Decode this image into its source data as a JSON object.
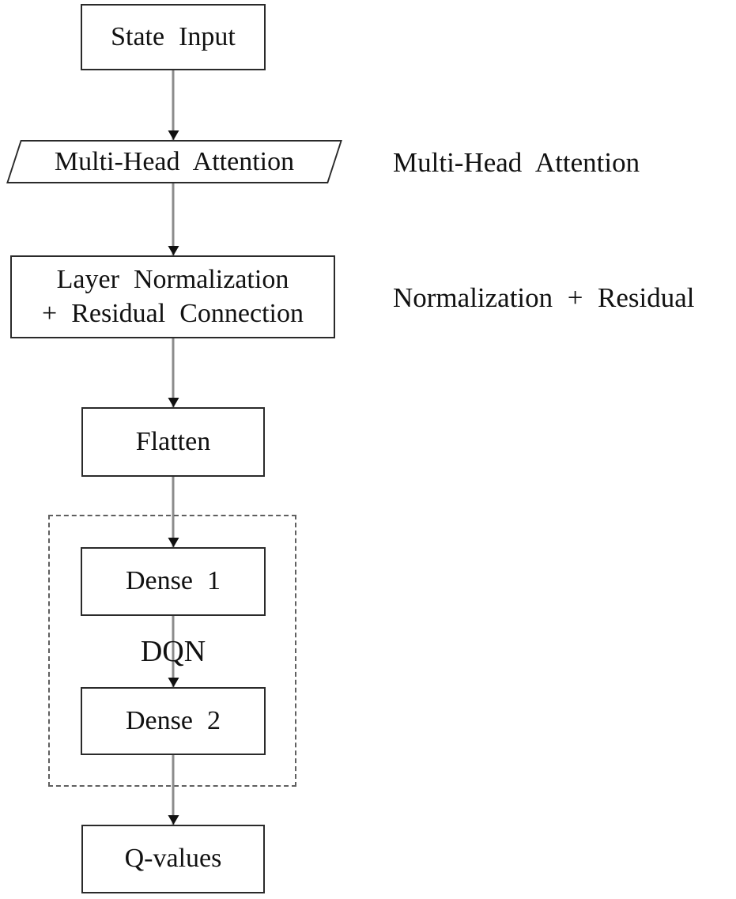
{
  "figure": {
    "type": "flowchart",
    "description": "DQN network architecture with multi-head attention"
  },
  "nodes": {
    "state_input": {
      "label": "State Input",
      "shape": "rectangle"
    },
    "multi_head_attention": {
      "label": "Multi-Head Attention",
      "shape": "parallelogram"
    },
    "layer_norm": {
      "line1": "Layer Normalization",
      "line2": "+ Residual Connection",
      "shape": "rectangle"
    },
    "flatten": {
      "label": "Flatten",
      "shape": "rectangle"
    },
    "dense1": {
      "label": "Dense 1",
      "shape": "rectangle"
    },
    "dense2": {
      "label": "Dense 2",
      "shape": "rectangle"
    },
    "q_values": {
      "label": "Q-values",
      "shape": "rectangle"
    }
  },
  "annotations": {
    "attention_label": "Multi-Head Attention",
    "normalization_label": "Normalization + Residual",
    "dqn_group_label": "DQN"
  },
  "edges": [
    {
      "from": "state_input",
      "to": "multi_head_attention"
    },
    {
      "from": "multi_head_attention",
      "to": "layer_norm"
    },
    {
      "from": "layer_norm",
      "to": "flatten"
    },
    {
      "from": "flatten",
      "to": "dense1"
    },
    {
      "from": "dense1",
      "to": "dense2"
    },
    {
      "from": "dense2",
      "to": "q_values"
    }
  ],
  "colors": {
    "background": "#ffffff",
    "box_border": "#2a2a2a",
    "dashed_border": "#5f5f5f",
    "arrow_line": "#8c8c8c",
    "arrow_head": "#111111",
    "text": "#111111"
  }
}
